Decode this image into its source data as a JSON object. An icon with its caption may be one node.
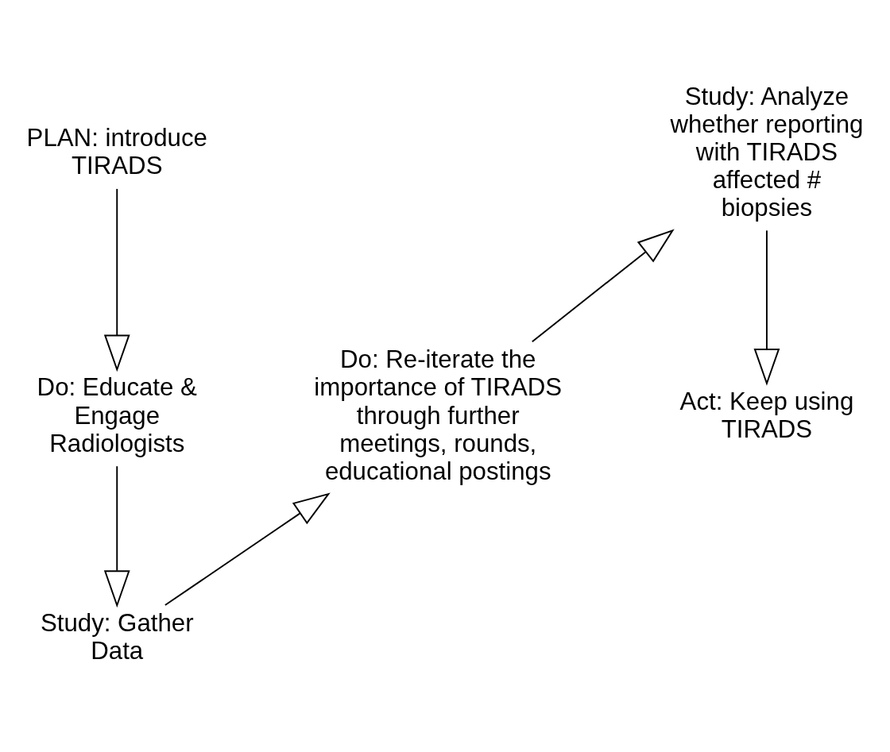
{
  "diagram": {
    "nodes": [
      {
        "text": [
          "PLAN: introduce TIRADS"
        ]
      },
      {
        "text": [
          "Do: Educate & Engage Radiologists"
        ]
      },
      {
        "text": [
          "Study: Gather Data"
        ]
      },
      {
        "text": [
          "Do: Re-iterate the importance of TIRADS through further meetings, rounds, educational postings"
        ]
      },
      {
        "text": [
          "Study: Analyze whether reporting with TIRADS affected # biopsies"
        ]
      },
      {
        "text": [
          "Act: Keep using TIRADS"
        ]
      }
    ],
    "edges": [
      {
        "from": 0,
        "to": 1,
        "arrow": "to"
      },
      {
        "from": 1,
        "to": 2,
        "arrow": "to"
      },
      {
        "from": 2,
        "to": 3,
        "arrow": "to"
      },
      {
        "from": 3,
        "to": 4,
        "arrow": "to"
      },
      {
        "from": 4,
        "to": 5,
        "arrow": "to"
      }
    ]
  }
}
